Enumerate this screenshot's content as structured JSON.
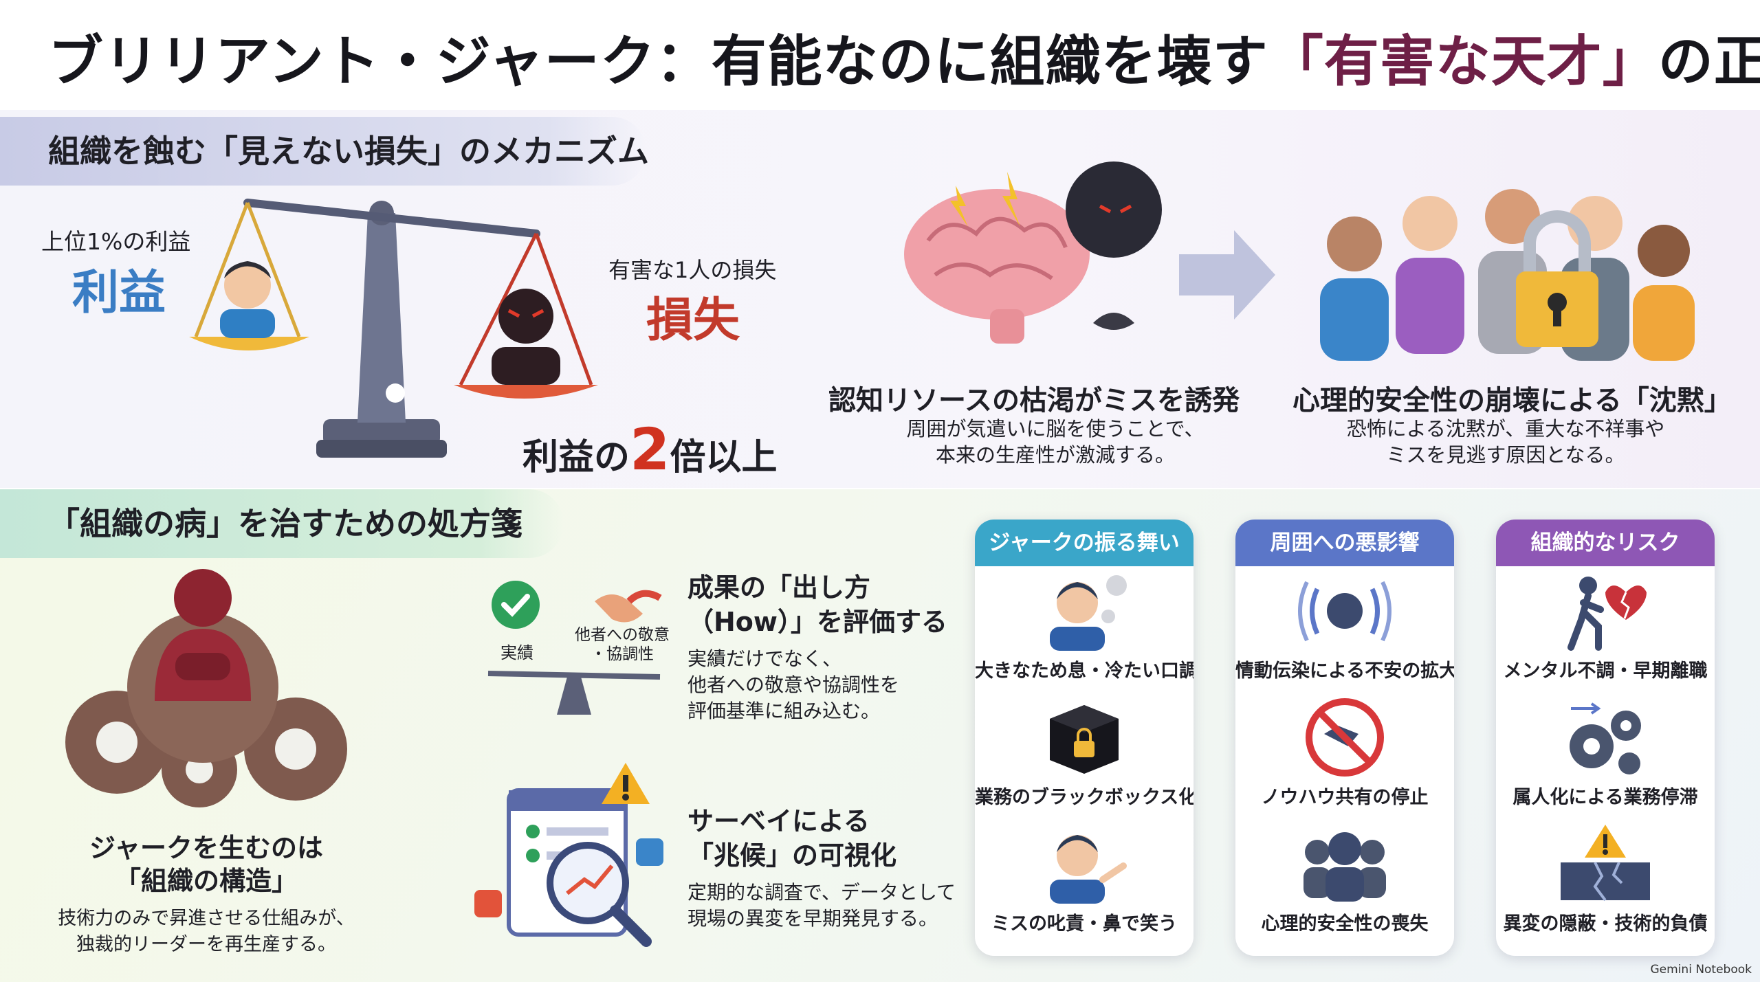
{
  "title": {
    "part1": "ブリリアント・ジャーク：有能なのに組織を壊す",
    "highlight": "「有害な天才」",
    "part2": "の正体"
  },
  "section1": {
    "heading": "組織を蝕む「見えない損失」のメカニズム",
    "scale": {
      "gain_small": "上位1%の利益",
      "gain_big": "利益",
      "loss_small": "有害な1人の損失",
      "loss_big": "損失",
      "result_prefix": "利益の",
      "result_number": "2",
      "result_suffix": "倍以上"
    },
    "brain": {
      "title": "認知リソースの枯渇がミスを誘発",
      "desc1": "周囲が気遣いに脳を使うことで、",
      "desc2": "本来の生産性が激減する。"
    },
    "silence": {
      "title": "心理的安全性の崩壊による「沈黙」",
      "desc1": "恐怖による沈黙が、重大な不祥事や",
      "desc2": "ミスを見逃す原因となる。"
    }
  },
  "section2": {
    "heading": "「組織の病」を治すための処方箋",
    "structure": {
      "title1": "ジャークを生むのは",
      "title2": "「組織の構造」",
      "desc1": "技術力のみで昇進させる仕組みが、",
      "desc2": "独裁的リーダーを再生産する。"
    },
    "how": {
      "label_result": "実績",
      "label_respect1": "他者への敬意",
      "label_respect2": "・協調性",
      "title1": "成果の「出し方",
      "title2": "（How）」を評価する",
      "desc1": "実績だけでなく、",
      "desc2": "他者への敬意や協調性を",
      "desc3": "評価基準に組み込む。"
    },
    "survey": {
      "title1": "サーベイによる",
      "title2": "「兆候」の可視化",
      "desc1": "定期的な調査で、データとして",
      "desc2": "現場の異変を早期発見する。"
    }
  },
  "cards": [
    {
      "title": "ジャークの振る舞い",
      "color": "#3aa6c9",
      "items": [
        {
          "label": "大きなため息・冷たい口調",
          "icon": "sighing-man-icon"
        },
        {
          "label": "業務のブラックボックス化",
          "icon": "black-box-lock-icon"
        },
        {
          "label": "ミスの叱責・鼻で笑う",
          "icon": "scolding-man-icon"
        }
      ]
    },
    {
      "title": "周囲への悪影響",
      "color": "#5b76c8",
      "items": [
        {
          "label": "情動伝染による不安の拡大",
          "icon": "anxiety-wave-icon"
        },
        {
          "label": "ノウハウ共有の停止",
          "icon": "no-handshake-icon"
        },
        {
          "label": "心理的安全性の喪失",
          "icon": "anxious-group-icon"
        }
      ]
    },
    {
      "title": "組織的なリスク",
      "color": "#8e57b5",
      "items": [
        {
          "label": "メンタル不調・早期離職",
          "icon": "leaving-person-icon"
        },
        {
          "label": "属人化による業務停滞",
          "icon": "stuck-gears-icon"
        },
        {
          "label": "異変の隠蔽・技術的負債",
          "icon": "cracked-warning-icon"
        }
      ]
    }
  ],
  "footer": "Gemini Notebook"
}
